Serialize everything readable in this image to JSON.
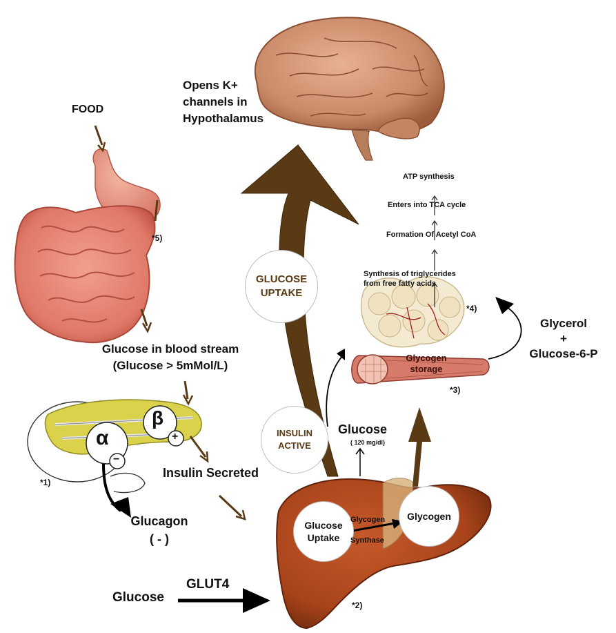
{
  "brain": {
    "label_line1": "Opens K+",
    "label_line2": "channels in",
    "label_line3": "Hypothalamus"
  },
  "food": {
    "label": "FOOD",
    "note": "*5)"
  },
  "blood": {
    "line1": "Glucose in blood stream",
    "line2": "(Glucose > 5mMol/L)"
  },
  "pancreas": {
    "alpha": "α",
    "beta": "β",
    "minus": "−",
    "plus": "+",
    "note": "*1)"
  },
  "insulin_secreted": "Insulin Secreted",
  "glucagon": {
    "line1": "Glucagon",
    "line2": "( - )"
  },
  "glucose_uptake_circle": {
    "line1": "GLUCOSE",
    "line2": "UPTAKE"
  },
  "insulin_active_circle": {
    "line1": "INSULIN",
    "line2": "ACTIVE"
  },
  "glucose_level": {
    "label": "Glucose",
    "value": "( 120 mg/dl)"
  },
  "fat_chain": {
    "atp": "ATP synthesis",
    "tca": "Enters into TCA cycle",
    "acetyl": "Formation Of Acetyl CoA",
    "trig_line1": "Synthesis of triglycerides",
    "trig_line2": "from free fatty acids",
    "note": "*4)"
  },
  "glycerol": {
    "line1": "Glycerol",
    "line2": "+",
    "line3": "Glucose-6-P"
  },
  "muscle": {
    "line1": "Glycogen",
    "line2": "storage",
    "note": "*3)"
  },
  "liver": {
    "uptake_line1": "Glucose",
    "uptake_line2": "Uptake",
    "enzyme_line1": "Glycogen",
    "enzyme_line2": "Synthase",
    "glycogen": "Glycogen",
    "note": "*2)"
  },
  "glut": {
    "glucose": "Glucose",
    "transporter": "GLUT4"
  },
  "colors": {
    "arrow_brown": "#5a3a14",
    "liver": "#a8431a",
    "intestine": "#e07868",
    "brain": "#c98a68",
    "pancreas": "#d9d24a"
  }
}
